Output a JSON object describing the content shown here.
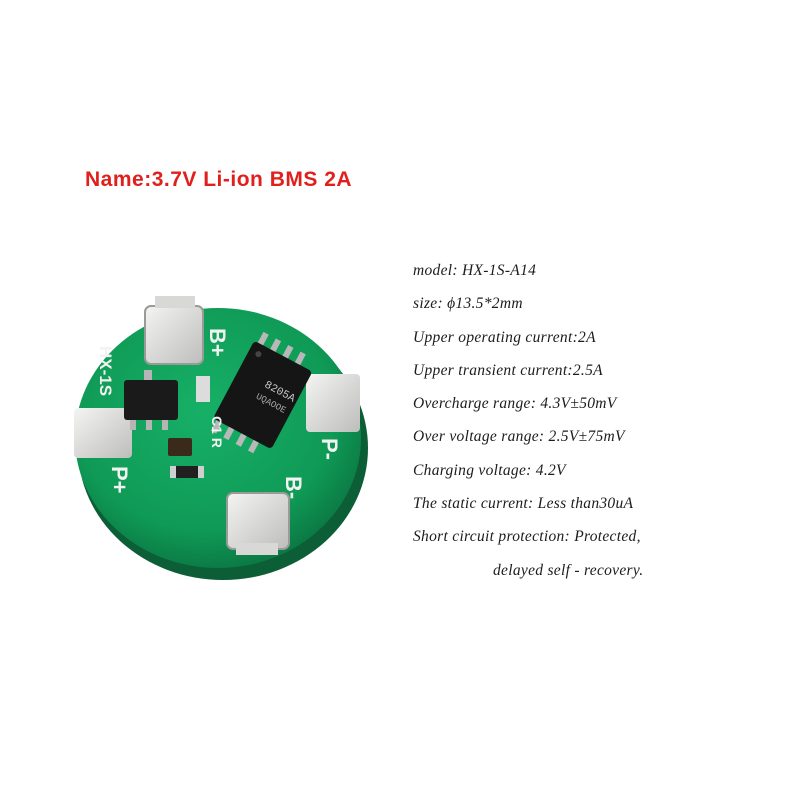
{
  "title": "Name:3.7V Li-ion BMS 2A",
  "board": {
    "silk_b_plus": "B+",
    "silk_b_minus": "B-",
    "silk_p_plus": "P+",
    "silk_p_minus": "P-",
    "silk_model": "HX-1S",
    "chip_line1": "8205A",
    "chip_line2": "UQAOOE",
    "silk_misc": "C1 R",
    "colors": {
      "pcb": "#0f9a56",
      "pcb_edge": "#0b6b3c",
      "pad": "#e8e8e6"
    }
  },
  "specs": [
    "model: HX-1S-A14",
    "size: ϕ13.5*2mm",
    "Upper operating current:2A",
    "Upper transient current:2.5A",
    "Overcharge range: 4.3V±50mV",
    "Over voltage range: 2.5V±75mV",
    "Charging voltage: 4.2V",
    "The static current: Less than30uA",
    "Short circuit protection: Protected,",
    "delayed self - recovery."
  ]
}
